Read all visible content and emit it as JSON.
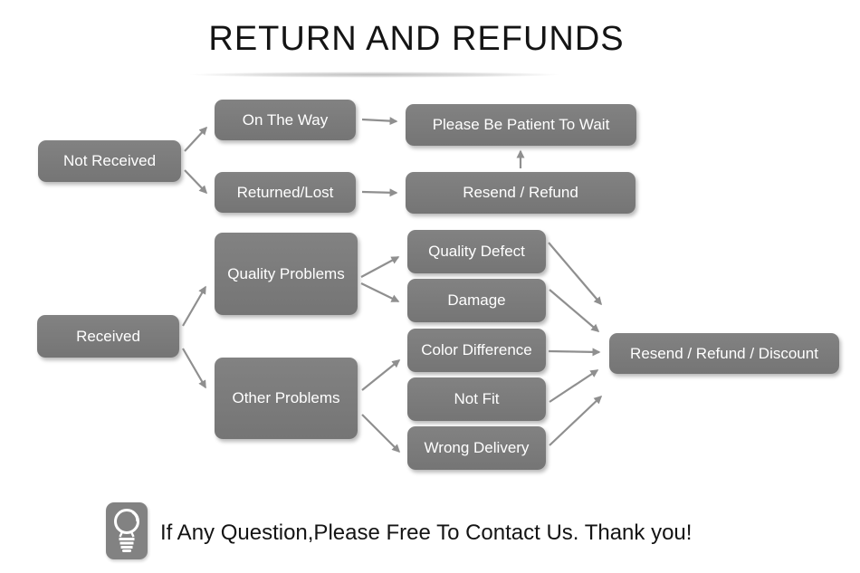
{
  "title": "RETURN AND REFUNDS",
  "colors": {
    "node_fill": "#7a7a7a",
    "node_text": "#ffffff",
    "arrow": "#8f8f8f",
    "background": "#ffffff",
    "title_text": "#141414"
  },
  "nodes": {
    "not_received": {
      "label": "Not Received"
    },
    "on_the_way": {
      "label": "On The Way"
    },
    "returned_lost": {
      "label": "Returned/Lost"
    },
    "please_wait": {
      "label": "Please Be Patient To Wait"
    },
    "resend_refund": {
      "label": "Resend / Refund"
    },
    "received": {
      "label": "Received"
    },
    "quality_problems": {
      "label": "Quality Problems"
    },
    "other_problems": {
      "label": "Other Problems"
    },
    "quality_defect": {
      "label": "Quality Defect"
    },
    "damage": {
      "label": "Damage"
    },
    "color_difference": {
      "label": "Color Difference"
    },
    "not_fit": {
      "label": "Not Fit"
    },
    "wrong_delivery": {
      "label": "Wrong Delivery"
    },
    "resend_refund_discount": {
      "label": "Resend / Refund / Discount"
    }
  },
  "edges": [
    {
      "from": "not_received",
      "to": "on_the_way"
    },
    {
      "from": "not_received",
      "to": "returned_lost"
    },
    {
      "from": "on_the_way",
      "to": "please_wait"
    },
    {
      "from": "returned_lost",
      "to": "resend_refund"
    },
    {
      "from": "resend_refund",
      "to": "please_wait"
    },
    {
      "from": "received",
      "to": "quality_problems"
    },
    {
      "from": "received",
      "to": "other_problems"
    },
    {
      "from": "quality_problems",
      "to": "quality_defect"
    },
    {
      "from": "quality_problems",
      "to": "damage"
    },
    {
      "from": "other_problems",
      "to": "color_difference"
    },
    {
      "from": "other_problems",
      "to": "wrong_delivery"
    },
    {
      "from": "quality_defect",
      "to": "resend_refund_discount"
    },
    {
      "from": "damage",
      "to": "resend_refund_discount"
    },
    {
      "from": "color_difference",
      "to": "resend_refund_discount"
    },
    {
      "from": "not_fit",
      "to": "resend_refund_discount"
    },
    {
      "from": "wrong_delivery",
      "to": "resend_refund_discount"
    }
  ],
  "footer": {
    "icon": "lightbulb-icon",
    "note": "If Any Question,Please Free To Contact Us. Thank you!"
  }
}
